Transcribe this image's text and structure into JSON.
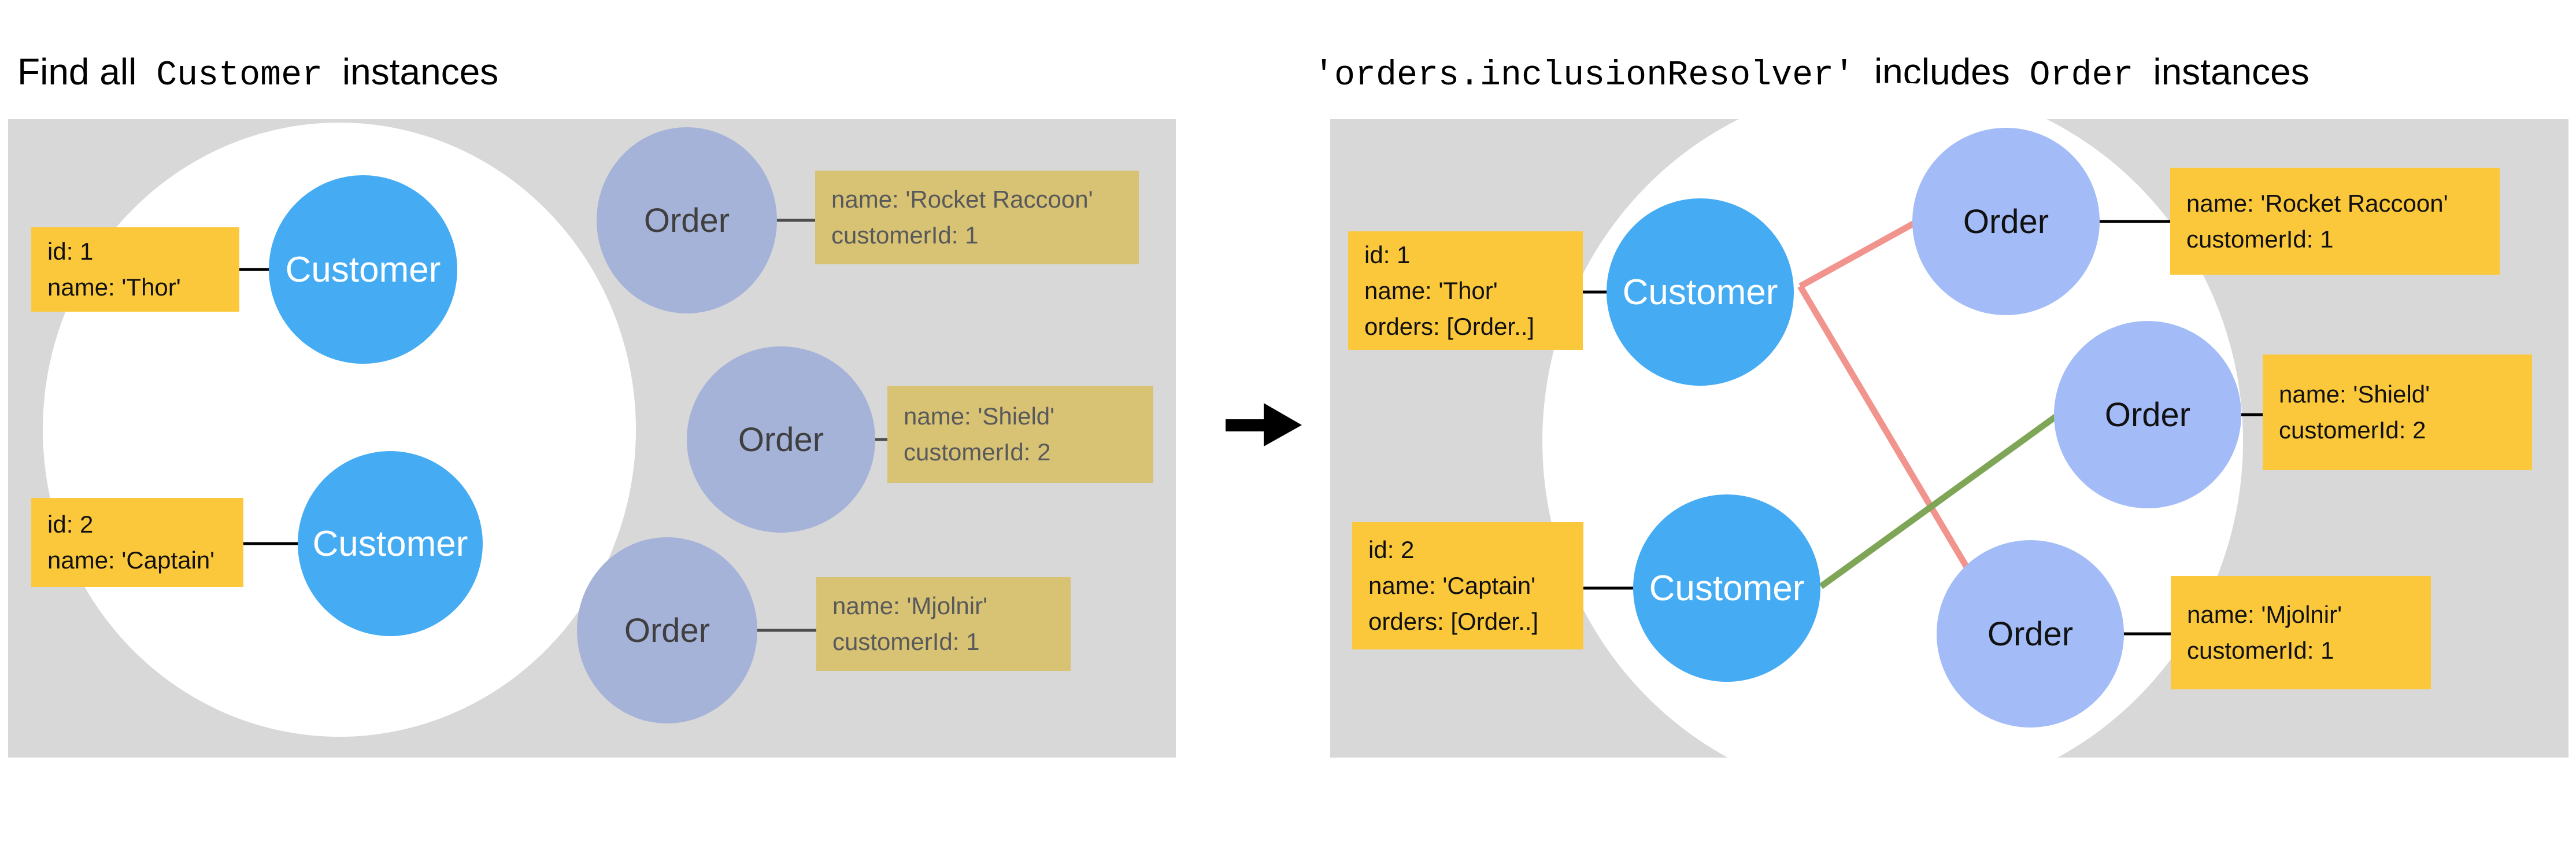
{
  "titles": {
    "left": {
      "pre": "Find all",
      "code": "Customer",
      "post": "instances"
    },
    "right": {
      "code1": "'orders.inclusionResolver'",
      "mid": "includes",
      "code2": "Order",
      "post": "instances"
    }
  },
  "colors": {
    "page_bg": "#ffffff",
    "panel_bg": "#d8d8d8",
    "venn_fill": "#ffffff",
    "customer_fill": "#45acf4",
    "customer_text": "#ffffff",
    "order_fill_left": "#a6b3d9",
    "order_text_left": "#3f3f3f",
    "order_fill_right": "#a3bcf7",
    "order_text_right": "#111111",
    "card_yellow": "#fbc83c",
    "card_tan": "#d8c274",
    "card_tan_text": "#58595b",
    "connector_black": "#000000",
    "connector_gray": "#4d4d4d",
    "relation_red": "#f2948e",
    "relation_green": "#7fa657",
    "arrow": "#000000"
  },
  "left": {
    "customers": [
      {
        "label": "Customer",
        "card": [
          "id: 1",
          "name: 'Thor'"
        ]
      },
      {
        "label": "Customer",
        "card": [
          "id: 2",
          "name: 'Captain'"
        ]
      }
    ],
    "orders": [
      {
        "label": "Order",
        "card": [
          "name:  'Rocket Raccoon'",
          "customerId: 1"
        ]
      },
      {
        "label": "Order",
        "card": [
          "name:  'Shield'",
          "customerId: 2"
        ]
      },
      {
        "label": "Order",
        "card": [
          "name:  'Mjolnir'",
          "customerId: 1"
        ]
      }
    ]
  },
  "right": {
    "customers": [
      {
        "label": "Customer",
        "card": [
          "id: 1",
          "name: 'Thor'",
          "orders: [Order..]"
        ]
      },
      {
        "label": "Customer",
        "card": [
          "id: 2",
          "name: 'Captain'",
          "orders: [Order..]"
        ]
      }
    ],
    "orders": [
      {
        "label": "Order",
        "card": [
          "name:  'Rocket Raccoon'",
          "customerId: 1"
        ]
      },
      {
        "label": "Order",
        "card": [
          "name:  'Shield'",
          "customerId: 2"
        ]
      },
      {
        "label": "Order",
        "card": [
          "name:  'Mjolnir'",
          "customerId: 1"
        ]
      }
    ],
    "relations": [
      {
        "from": "right-customer-1",
        "to": "right-order-1",
        "color": "#f2948e"
      },
      {
        "from": "right-customer-1",
        "to": "right-order-3",
        "color": "#f2948e"
      },
      {
        "from": "right-customer-2",
        "to": "right-order-2",
        "color": "#7fa657"
      }
    ]
  }
}
